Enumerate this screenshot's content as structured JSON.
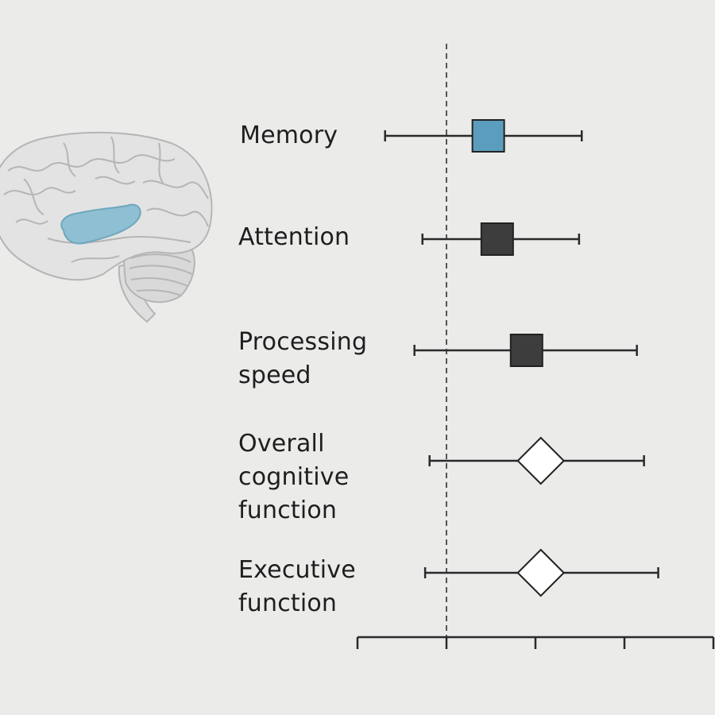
{
  "chart_data": {
    "type": "forest",
    "xlim": [
      -1,
      3
    ],
    "null_line": 0,
    "x_ticks": [
      -1,
      0,
      1,
      2,
      3
    ],
    "rows": [
      {
        "label": "Memory",
        "estimate": 0.47,
        "lower": -0.69,
        "upper": 1.52,
        "marker": "square",
        "color": "#5b9dbd"
      },
      {
        "label": "Attention",
        "estimate": 0.57,
        "lower": -0.27,
        "upper": 1.49,
        "marker": "square",
        "color": "#3d3d3d"
      },
      {
        "label": "Processing\nspeed",
        "estimate": 0.9,
        "lower": -0.36,
        "upper": 2.14,
        "marker": "square",
        "color": "#3d3d3d"
      },
      {
        "label": "Overall\ncognitive\nfunction",
        "estimate": 1.06,
        "lower": -0.19,
        "upper": 2.22,
        "marker": "diamond",
        "color": "#ffffff"
      },
      {
        "label": "Executive\nfunction",
        "estimate": 1.06,
        "lower": -0.24,
        "upper": 2.38,
        "marker": "diamond",
        "color": "#ffffff"
      }
    ],
    "colors": {
      "line": "#2a2a2a",
      "highlight": "#5b9dbd",
      "square": "#3d3d3d",
      "background": "#ebebea"
    }
  },
  "illustration": {
    "icon": "brain-icon",
    "highlight_color": "#8fbfd2"
  }
}
